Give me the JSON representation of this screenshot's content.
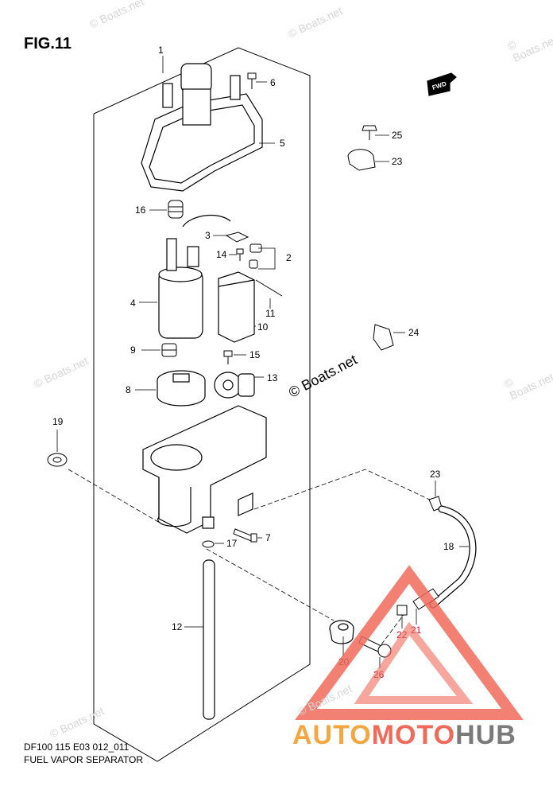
{
  "figure": {
    "title": "FIG.11"
  },
  "footer": {
    "model_line": "DF100 115 E03 012_011",
    "caption": "FUEL VAPOR SEPARATOR"
  },
  "watermarks": [
    "© Boats.net",
    "© Boats.net",
    "© Boats.net",
    "© Boats.net",
    "© Boats.net",
    "© Boats.net",
    "© Boats.net"
  ],
  "center_watermark": "© Boats.net",
  "fwd_badge": "FWD",
  "brand": {
    "part1": "AUTO",
    "part2": "MOTO",
    "part3": "HUB"
  },
  "parts": [
    {
      "num": "1"
    },
    {
      "num": "2"
    },
    {
      "num": "3"
    },
    {
      "num": "4"
    },
    {
      "num": "5"
    },
    {
      "num": "6"
    },
    {
      "num": "7"
    },
    {
      "num": "8"
    },
    {
      "num": "9"
    },
    {
      "num": "10"
    },
    {
      "num": "11"
    },
    {
      "num": "12"
    },
    {
      "num": "13"
    },
    {
      "num": "14"
    },
    {
      "num": "15"
    },
    {
      "num": "16"
    },
    {
      "num": "17"
    },
    {
      "num": "18"
    },
    {
      "num": "19"
    },
    {
      "num": "20"
    },
    {
      "num": "21"
    },
    {
      "num": "22"
    },
    {
      "num": "23"
    },
    {
      "num": "23"
    },
    {
      "num": "24"
    },
    {
      "num": "25"
    },
    {
      "num": "26"
    }
  ]
}
